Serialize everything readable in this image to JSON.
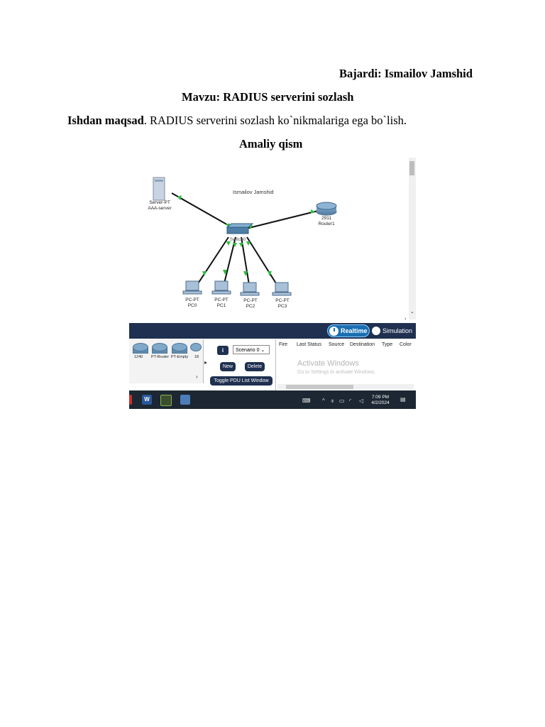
{
  "doc": {
    "author_line": "Bajardi: Ismailov Jamshid",
    "topic_line": "Mavzu: RADIUS serverini sozlash",
    "goal_label": "Ishdan maqsad",
    "goal_text": ". RADIUS serverini sozlash ko`nikmalariga ega bo`lish.",
    "section_title": "Amaliy qism"
  },
  "screenshot": {
    "network_title": "Ismailov Jamshid",
    "devices": {
      "server": {
        "type": "Server-PT",
        "name": "AAA-server"
      },
      "router": {
        "type": "2911",
        "name": "Router1"
      },
      "switch": {
        "type": "2950-24",
        "name": "Switch0"
      },
      "pcs": [
        {
          "type": "PC-PT",
          "name": "PC0"
        },
        {
          "type": "PC-PT",
          "name": "PC1"
        },
        {
          "type": "PC-PT",
          "name": "PC2"
        },
        {
          "type": "PC-PT",
          "name": "PC3"
        }
      ]
    },
    "modes": {
      "realtime": "Realtime",
      "simulation": "Simulation"
    },
    "device_tray": [
      "1240",
      "PT-Router",
      "PT-Empty",
      "18"
    ],
    "scenario": {
      "info": "i",
      "selected": "Scenario 0",
      "new_label": "New",
      "delete_label": "Delete",
      "toggle_label": "Toggle PDU List Window"
    },
    "pdu_columns": [
      "Fire",
      "Last Status",
      "Source",
      "Destination",
      "Type",
      "Color"
    ],
    "watermark": {
      "title": "Activate Windows",
      "subtitle": "Go to Settings to activate Windows."
    },
    "taskbar": {
      "time": "7:09 PM",
      "date": "4/2/2024",
      "word_icon": "W"
    },
    "colors": {
      "mode_bar": "#1f3050",
      "realtime": "#1a6fb3",
      "link": "#2bbf3f"
    }
  }
}
